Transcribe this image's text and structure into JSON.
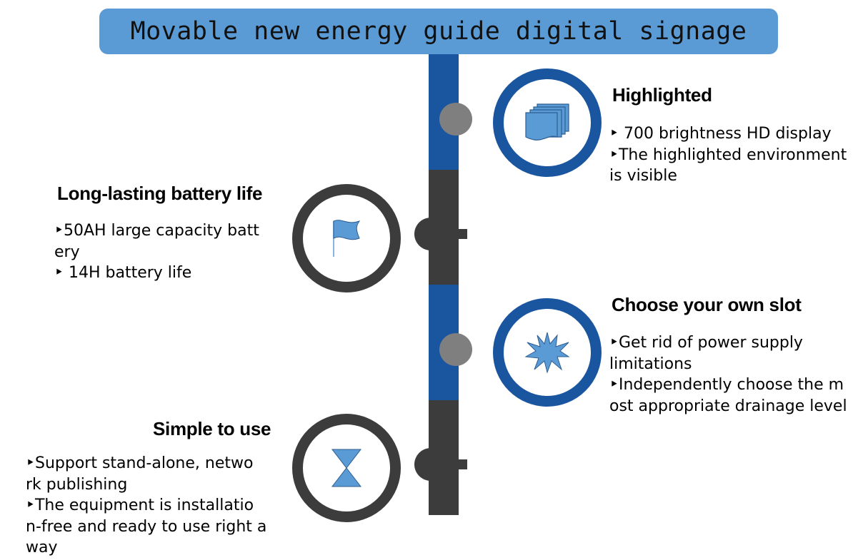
{
  "title": "Movable new energy guide digital signage",
  "colors": {
    "title_bg": "#5b9bd5",
    "spine_blue": "#1a56a0",
    "spine_dark": "#3c3c3c",
    "dot_gray": "#7f7f7f",
    "icon_blue": "#5b9bd5"
  },
  "features": [
    {
      "heading": "Highlighted",
      "icon": "stacked-screens-icon",
      "lines": [
        "‣ 700 brightness HD display",
        "‣The highlighted environment",
        "is visible"
      ]
    },
    {
      "heading": "Long-lasting battery life",
      "icon": "flag-icon",
      "lines": [
        "‣50AH large capacity batt",
        "ery",
        "‣ 14H battery life"
      ]
    },
    {
      "heading": "Choose your own slot",
      "icon": "starburst-icon",
      "lines": [
        "‣Get rid of power supply",
        "limitations",
        "‣Independently choose the m",
        "ost appropriate drainage level"
      ]
    },
    {
      "heading": "Simple to use",
      "icon": "hourglass-icon",
      "lines": [
        "‣Support stand-alone, netwo",
        "rk publishing",
        "‣The equipment is installatio",
        "n-free and ready to use right a",
        "way"
      ]
    }
  ]
}
